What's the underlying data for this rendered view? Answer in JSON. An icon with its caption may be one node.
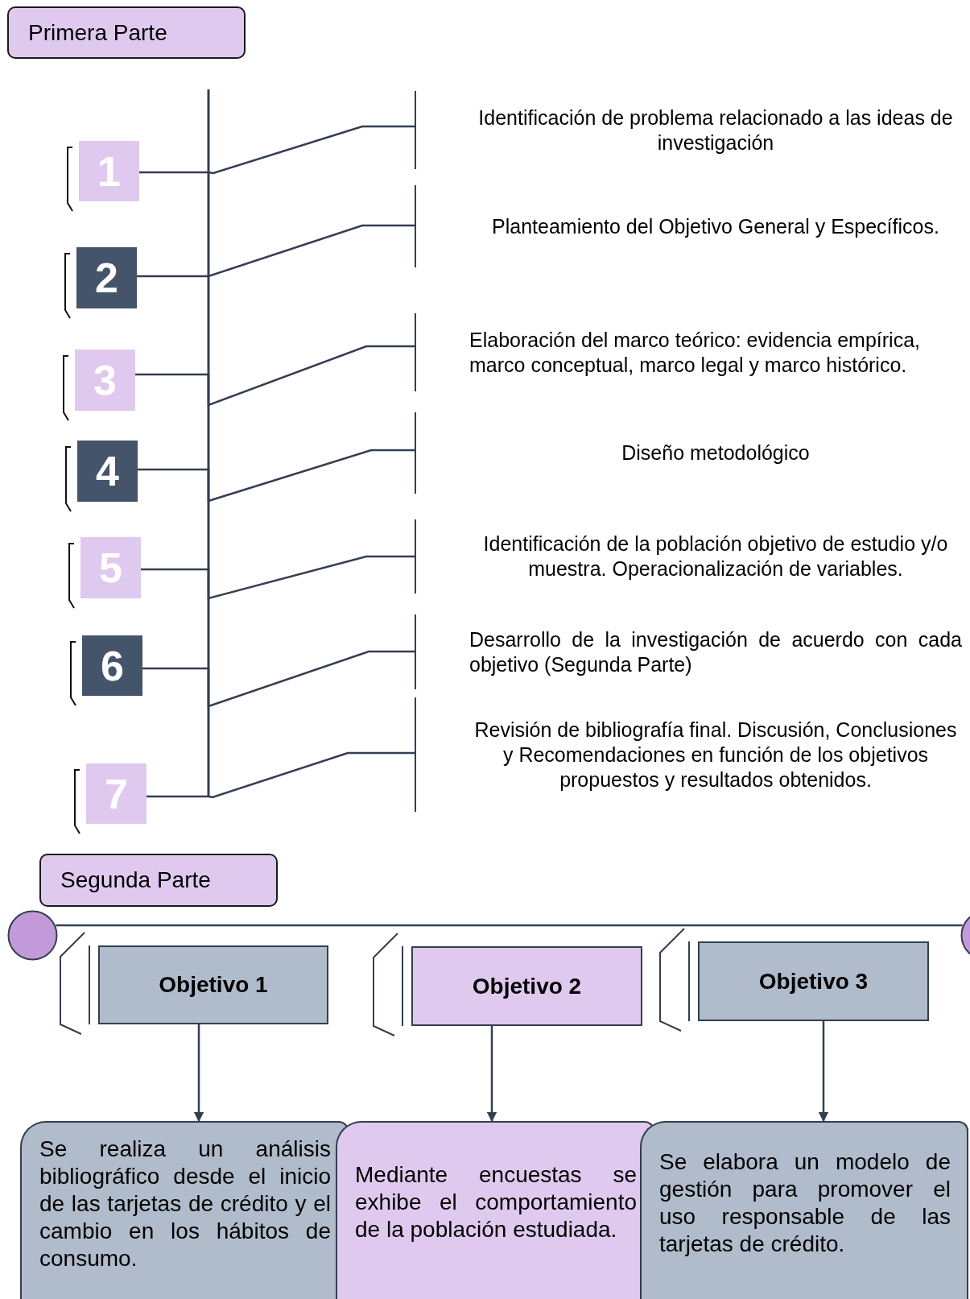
{
  "diagram": {
    "nodes": [
      {
        "text": [
          "Primera Parte"
        ]
      },
      {
        "text": [
          "1"
        ]
      },
      {
        "text": [
          "2"
        ]
      },
      {
        "text": [
          "3"
        ]
      },
      {
        "text": [
          "4"
        ]
      },
      {
        "text": [
          "5"
        ]
      },
      {
        "text": [
          "6"
        ]
      },
      {
        "text": [
          "7"
        ]
      },
      {
        "text": [
          "Identificación de problema relacionado a las ideas de investigación"
        ]
      },
      {
        "text": [
          "Planteamiento del Objetivo General y Específicos."
        ]
      },
      {
        "text": [
          "Elaboración del marco teórico: evidencia empírica, marco conceptual, marco legal y marco histórico."
        ]
      },
      {
        "text": [
          "Diseño metodológico"
        ]
      },
      {
        "text": [
          "Identificación de la población objetivo de estudio y/o muestra. Operacionalización de variables."
        ]
      },
      {
        "text": [
          "Desarrollo de la investigación de acuerdo con cada objetivo (Segunda Parte)"
        ]
      },
      {
        "text": [
          "Revisión de bibliografía final. Discusión, Conclusiones y Recomendaciones en función de los objetivos propuestos y resultados obtenidos."
        ]
      },
      {
        "text": [
          "Segunda Parte"
        ]
      },
      {
        "text": [],
        "shape": "circle"
      },
      {
        "text": [],
        "shape": "circle"
      },
      {
        "text": [
          "Objetivo 1"
        ]
      },
      {
        "text": [
          "Objetivo 2"
        ]
      },
      {
        "text": [
          "Objetivo 3"
        ]
      },
      {
        "text": [
          "Se realiza un análisis bibliográfico desde el inicio de las tarjetas de crédito y el cambio en los hábitos de consumo."
        ]
      },
      {
        "text": [
          "Mediante encuestas se exhibe el comportamiento de la población estudiada."
        ]
      },
      {
        "text": [
          "Se elabora un modelo de gestión para promover el uso responsable de las tarjetas de crédito."
        ]
      }
    ],
    "edges": [
      {
        "from": 1,
        "to": 8,
        "arrow": "none"
      },
      {
        "from": 2,
        "to": 9,
        "arrow": "none"
      },
      {
        "from": 3,
        "to": 10,
        "arrow": "none"
      },
      {
        "from": 4,
        "to": 11,
        "arrow": "none"
      },
      {
        "from": 5,
        "to": 12,
        "arrow": "none"
      },
      {
        "from": 6,
        "to": 13,
        "arrow": "none"
      },
      {
        "from": 7,
        "to": 14,
        "arrow": "none"
      },
      {
        "from": 16,
        "to": 17,
        "arrow": "none"
      },
      {
        "from": 18,
        "to": 21,
        "arrow": "to"
      },
      {
        "from": 19,
        "to": 22,
        "arrow": "to"
      },
      {
        "from": 20,
        "to": 23,
        "arrow": "to"
      }
    ]
  }
}
